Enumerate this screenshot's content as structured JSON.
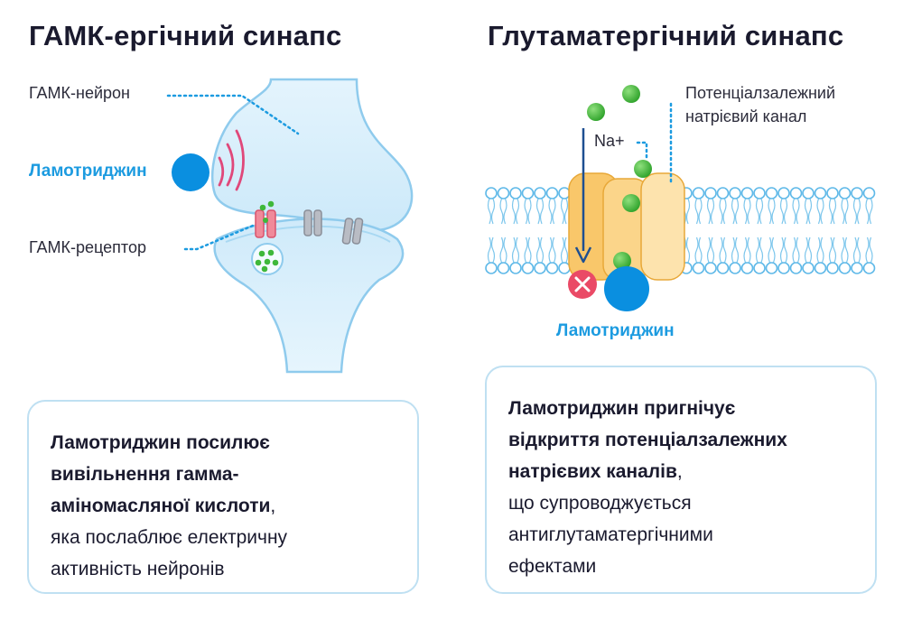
{
  "left": {
    "title": "ГАМК-ергічний синапс",
    "neuron_label": "ГАМК-нейрон",
    "drug_label": "Ламотриджин",
    "receptor_label": "ГАМК-рецептор",
    "description_bold": "Ламотриджин посилює вивільнення гамма-аміномасляної кислоти",
    "description_bold_lines": [
      "Ламотриджин посилює",
      "вивільнення гамма-",
      "аміномасляної кислоти"
    ],
    "description_comma": ",",
    "description_normal_lines": [
      "яка послаблює електричну",
      "активність нейронів"
    ]
  },
  "right": {
    "title": "Глутаматергічний синапс",
    "channel_label_lines": [
      "Потенціалзалежний",
      "натрієвий канал"
    ],
    "ion_label": "Na+",
    "drug_label": "Ламотриджин",
    "description_bold_lines": [
      "Ламотриджин пригнічує",
      "відкриття потенціалзалежних",
      "натрієвих каналів"
    ],
    "description_comma": ",",
    "description_normal_lines": [
      "що супроводжується",
      "антиглутаматергічними",
      "ефектами"
    ]
  },
  "colors": {
    "drug_blue": "#0a8fe0",
    "neuron_fill": "#d6eefb",
    "neuron_stroke": "#8fcbed",
    "channel_orange": "#f9c76a",
    "particle_green": "#3fb83a",
    "block_red": "#ea4a66",
    "receptor_red": "#f08a9a"
  },
  "icons": {
    "block": "x-mark-icon",
    "ions": "green-particle-icon",
    "drug": "blue-circle-icon"
  }
}
